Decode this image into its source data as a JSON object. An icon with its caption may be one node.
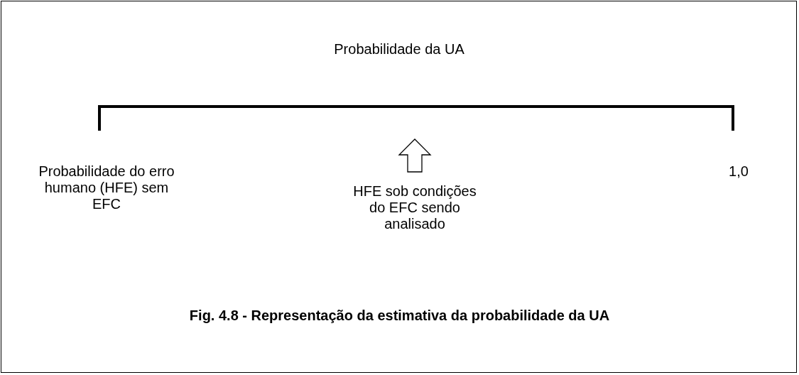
{
  "diagram": {
    "title": "Probabilidade da UA",
    "caption": "Fig. 4.8  -  Representação da estimativa da probabilidade da UA",
    "nodes": [
      {
        "text": [],
        "shape": "bar"
      },
      {
        "text": [
          "HFE sob condições do EFC sendo analisado"
        ]
      }
    ],
    "edges": [
      {
        "from": 1,
        "to": 0,
        "arrow": "to"
      }
    ],
    "labels": [
      "Probabilidade do erro humano (HFE) sem EFC",
      "1,0"
    ]
  }
}
